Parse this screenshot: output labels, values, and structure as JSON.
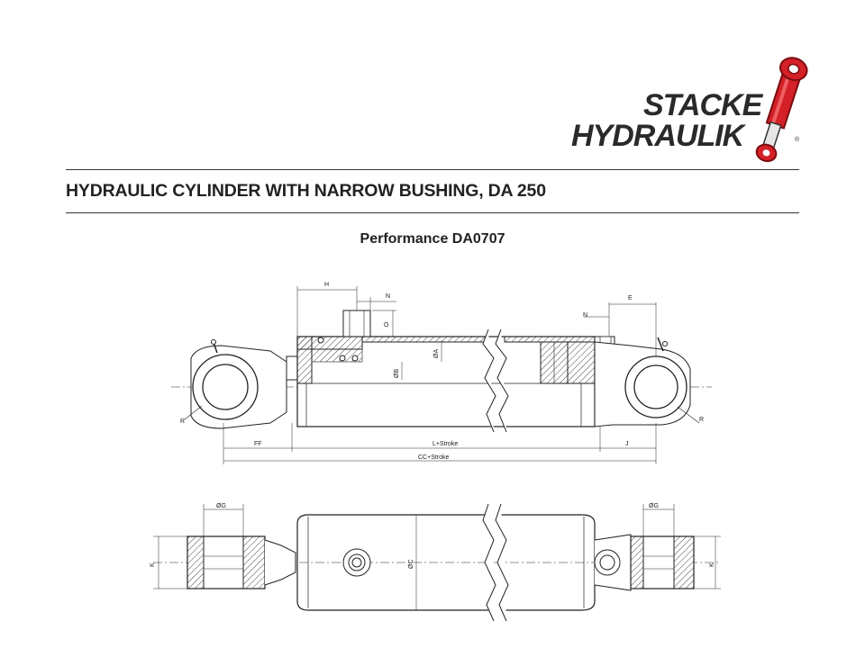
{
  "logo": {
    "line1": "STACKE",
    "line2": "HYDRAULIK",
    "registered": "®",
    "accent_color": "#d42027",
    "text_color": "#2a2a2a"
  },
  "header": {
    "title": "HYDRAULIC CYLINDER WITH NARROW BUSHING, DA 250",
    "subtitle": "Performance DA0707"
  },
  "side_view_labels": {
    "H": "H",
    "N_left": "N",
    "O": "O",
    "N_right": "N",
    "E": "E",
    "A": "ØA",
    "B": "ØB",
    "R_left": "R",
    "R_right": "R",
    "FF": "FF",
    "L": "L+Stroke",
    "J": "J",
    "CC": "CC+Stroke"
  },
  "top_view_labels": {
    "G_left": "ØG",
    "G_right": "ØG",
    "C": "ØC",
    "K_left": "K",
    "K_right": "K"
  }
}
